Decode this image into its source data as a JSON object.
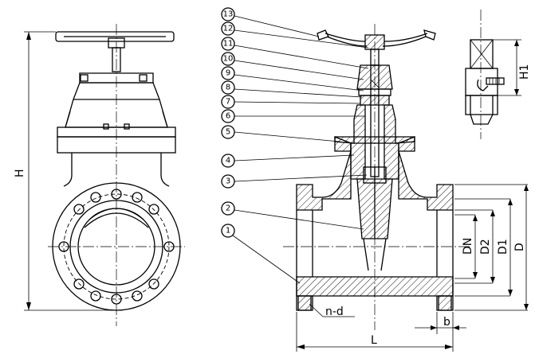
{
  "dimensions": {
    "H": "H",
    "H1": "H1",
    "DN": "DN",
    "D2": "D2",
    "D1": "D1",
    "D": "D",
    "L": "L",
    "b": "b",
    "nd": "n-d"
  },
  "part_numbers": [
    "1",
    "2",
    "3",
    "4",
    "5",
    "6",
    "7",
    "8",
    "9",
    "10",
    "11",
    "12",
    "13"
  ]
}
